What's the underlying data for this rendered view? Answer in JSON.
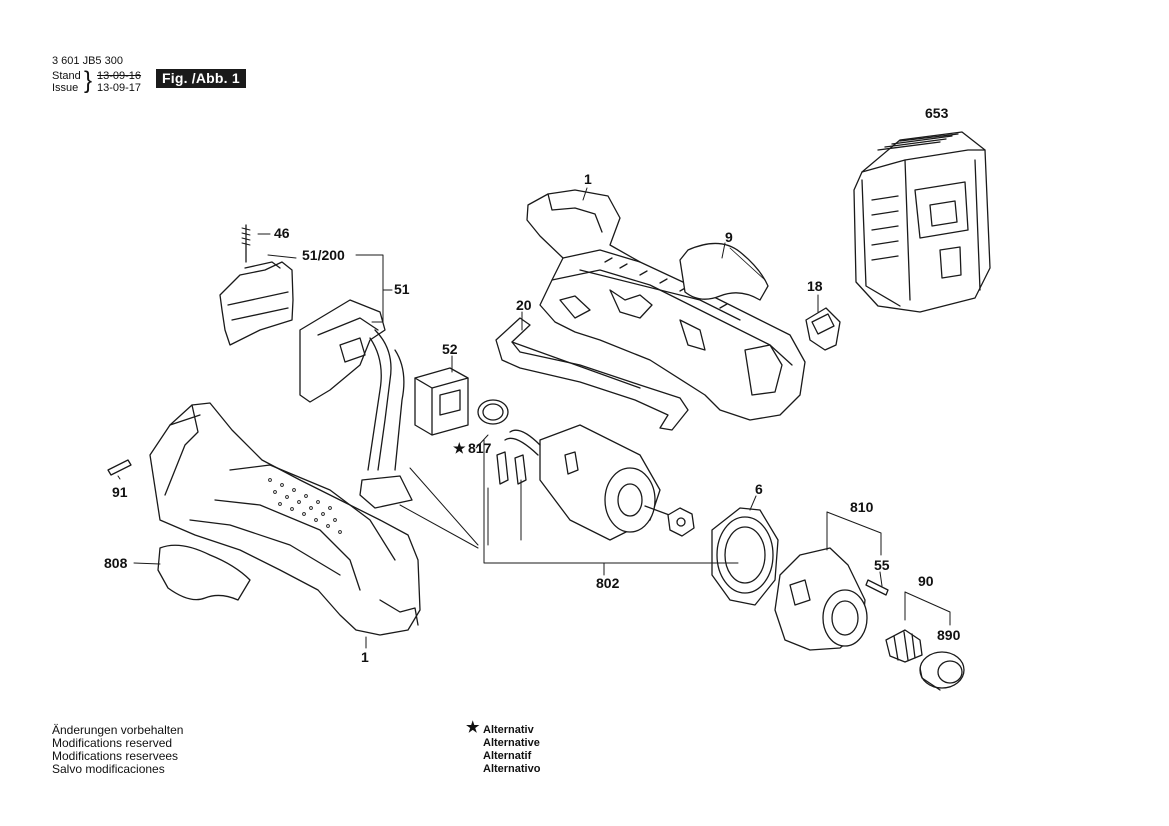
{
  "header": {
    "part_number": "3 601 JB5 300",
    "stand_label": "Stand",
    "stand_date": "13-09-16",
    "issue_label": "Issue",
    "issue_date": "13-09-17",
    "figure_label": "Fig. /Abb. 1"
  },
  "callouts": {
    "c653": "653",
    "c1_top": "1",
    "c46": "46",
    "c51_200": "51/200",
    "c51": "51",
    "c9": "9",
    "c18": "18",
    "c20": "20",
    "c52": "52",
    "c817": "817",
    "c91": "91",
    "c6": "6",
    "c810": "810",
    "c808": "808",
    "c802": "802",
    "c55": "55",
    "c90": "90",
    "c890": "890",
    "c1_bottom": "1"
  },
  "footer": {
    "modifications": [
      "Änderungen vorbehalten",
      "Modifications reserved",
      "Modifications reservees",
      "Salvo modificaciones"
    ],
    "alternative_symbol": "★",
    "alternatives": [
      "Alternativ",
      "Alternative",
      "Alternatif",
      "Alternativo"
    ]
  }
}
